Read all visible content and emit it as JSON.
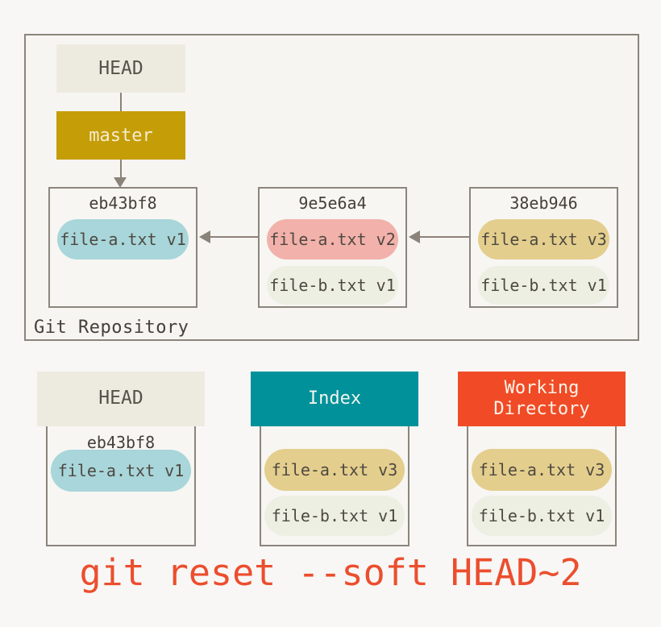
{
  "repository": {
    "label": "Git Repository",
    "head": {
      "label": "HEAD",
      "bg": "#edebe0"
    },
    "branch": {
      "label": "master",
      "bg": "#c59d07"
    },
    "commits": [
      {
        "hash": "eb43bf8",
        "files": [
          {
            "label": "file-a.txt v1",
            "bg": "#a8d6da"
          }
        ]
      },
      {
        "hash": "9e5e6a4",
        "files": [
          {
            "label": "file-a.txt v2",
            "bg": "#f2b1aa"
          },
          {
            "label": "file-b.txt v1",
            "bg": "#edefe3"
          }
        ]
      },
      {
        "hash": "38eb946",
        "files": [
          {
            "label": "file-a.txt v3",
            "bg": "#e4ce8d"
          },
          {
            "label": "file-b.txt v1",
            "bg": "#edefe3"
          }
        ]
      }
    ]
  },
  "snapshot": {
    "head": {
      "title": "HEAD",
      "bg": "#edebe0",
      "fg": "#56514a",
      "hash": "eb43bf8",
      "files": [
        {
          "label": "file-a.txt v1",
          "bg": "#a8d6da"
        }
      ]
    },
    "index": {
      "title": "Index",
      "bg": "#00919b",
      "fg": "#f2f5ec",
      "files": [
        {
          "label": "file-a.txt v3",
          "bg": "#e4ce8d"
        },
        {
          "label": "file-b.txt v1",
          "bg": "#edefe3"
        }
      ]
    },
    "working_directory": {
      "title": "Working Directory",
      "bg": "#f04b26",
      "fg": "#fdf3e9",
      "files": [
        {
          "label": "file-a.txt v3",
          "bg": "#e4ce8d"
        },
        {
          "label": "file-b.txt v1",
          "bg": "#edefe3"
        }
      ]
    }
  },
  "caption": {
    "text": "git reset --soft HEAD~2",
    "color": "#eb4e2e"
  },
  "colors": {
    "background": "#f8f7f5",
    "box_border": "#8b857c",
    "arrow_line": "#8b8279",
    "text_dark": "#454039"
  }
}
